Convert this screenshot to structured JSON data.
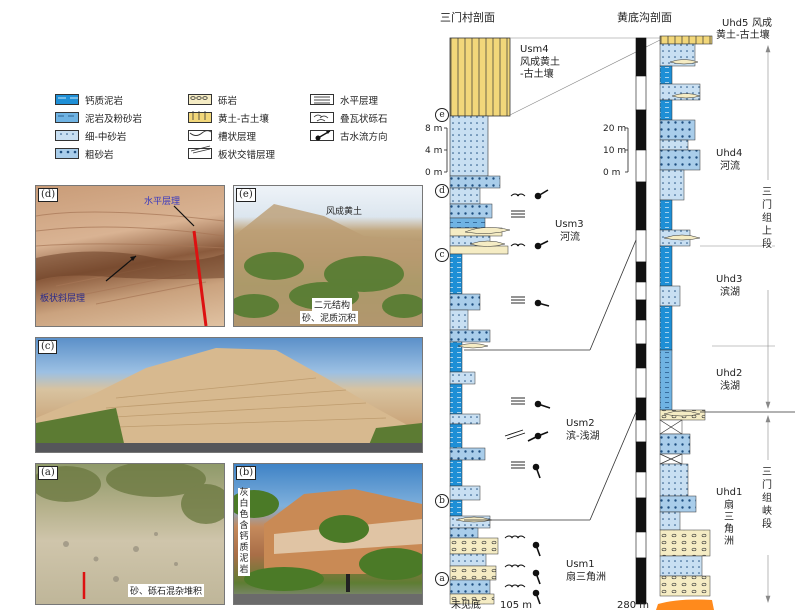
{
  "legend": [
    {
      "label": "钙质泥岩",
      "icon": "calcareous-mudstone"
    },
    {
      "label": "泥岩及粉砂岩",
      "icon": "mudstone-siltstone"
    },
    {
      "label": "细-中砂岩",
      "icon": "fine-medium-sandstone"
    },
    {
      "label": "粗砂岩",
      "icon": "coarse-sandstone"
    },
    {
      "label": "砾岩",
      "icon": "conglomerate"
    },
    {
      "label": "黄土-古土壤",
      "icon": "loess-paleosol"
    },
    {
      "label": "槽状层理",
      "icon": "trough-bedding"
    },
    {
      "label": "板状交错层理",
      "icon": "tabular-cross-bedding"
    },
    {
      "label": "水平层理",
      "icon": "horizontal-bedding"
    },
    {
      "label": "叠瓦状砾石",
      "icon": "imbricated-gravel"
    },
    {
      "label": "古水流方向",
      "icon": "paleocurrent-direction"
    }
  ],
  "photos": {
    "d": {
      "tag": "(d)",
      "labels": [
        "水平层理",
        "板状斜层理"
      ]
    },
    "e": {
      "tag": "(e)",
      "labels": [
        "风成黄土",
        "二元结构",
        "砂、泥质沉积"
      ]
    },
    "c": {
      "tag": "(c)"
    },
    "a": {
      "tag": "(a)",
      "labels": [
        "砂、砾石混杂堆积"
      ]
    },
    "b": {
      "tag": "(b)",
      "labels": [
        "灰白色含钙质泥岩"
      ]
    }
  },
  "sanmen": {
    "title": "三门村剖面",
    "scale": [
      "8 m",
      "4 m",
      "0 m"
    ],
    "bottom_note": "未见底",
    "thickness": "105 m",
    "units": [
      {
        "code": "Usm4",
        "desc": "风成黄土\n-古土壤"
      },
      {
        "code": "Usm3",
        "desc": "河流"
      },
      {
        "code": "Usm2",
        "desc": "滨-浅湖"
      },
      {
        "code": "Usm1",
        "desc": "扇三角洲"
      }
    ],
    "markers": [
      "e",
      "d",
      "c",
      "b",
      "a"
    ]
  },
  "huangdi": {
    "title": "黄底沟剖面",
    "scale": [
      "20 m",
      "10 m",
      "0 m"
    ],
    "thickness": "280 m",
    "units": [
      {
        "code": "Uhd5",
        "desc": "风成\n黄土-古土壤"
      },
      {
        "code": "Uhd4",
        "desc": "河流"
      },
      {
        "code": "Uhd3",
        "desc": "滨湖"
      },
      {
        "code": "Uhd2",
        "desc": "浅湖"
      },
      {
        "code": "Uhd1",
        "desc": "扇\n三\n角\n洲"
      }
    ]
  },
  "formations": {
    "upper": "三\n门\n组\n上\n段",
    "lower": "三\n门\n组\n峡\n段"
  },
  "colors": {
    "loess": "#f2d77a",
    "blue_light": "#c8dff2",
    "blue_dark": "#1e8fd6",
    "gravel": "#f5ecc4",
    "base": "#ff8a1c"
  }
}
